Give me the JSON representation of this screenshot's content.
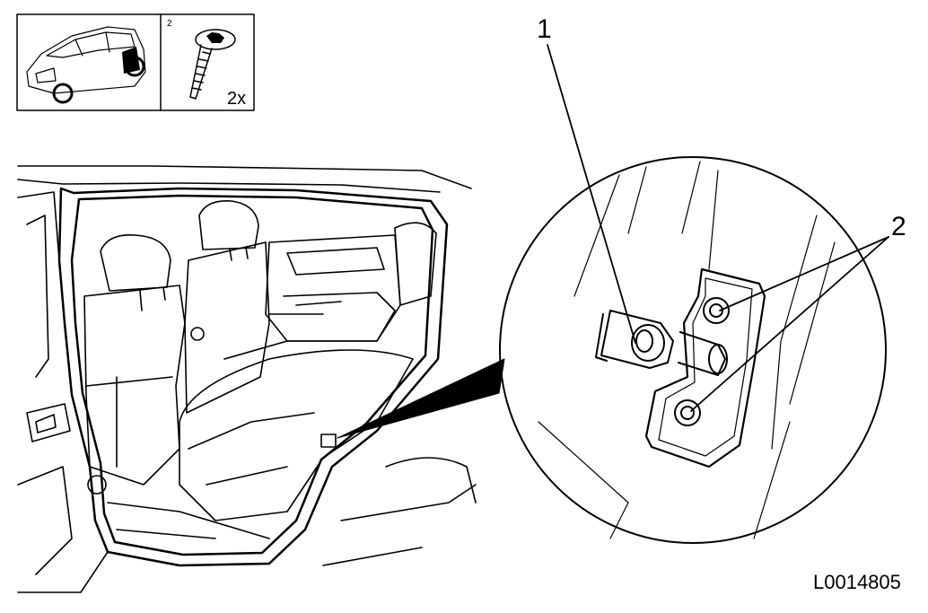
{
  "callouts": {
    "one": "1",
    "two": "2"
  },
  "inset": {
    "index": "2",
    "quantity": "2x"
  },
  "figure": {
    "reference": "L0014805"
  },
  "colors": {
    "ink": "#000000",
    "paper": "#ffffff"
  }
}
